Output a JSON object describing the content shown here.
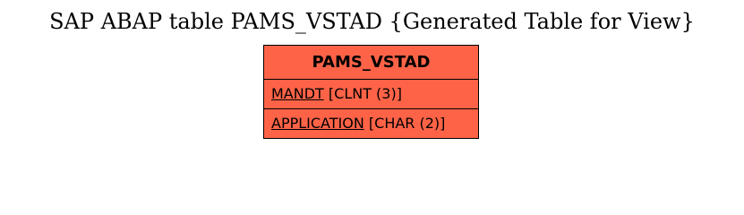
{
  "title": "SAP ABAP table PAMS_VSTAD {Generated Table for View}",
  "colors": {
    "entity_fill": "#ff6347",
    "border": "#000000",
    "background": "#ffffff"
  },
  "entity": {
    "name": "PAMS_VSTAD",
    "fields": [
      {
        "name": "MANDT",
        "type": " [CLNT (3)]"
      },
      {
        "name": "APPLICATION",
        "type": " [CHAR (2)]"
      }
    ]
  }
}
